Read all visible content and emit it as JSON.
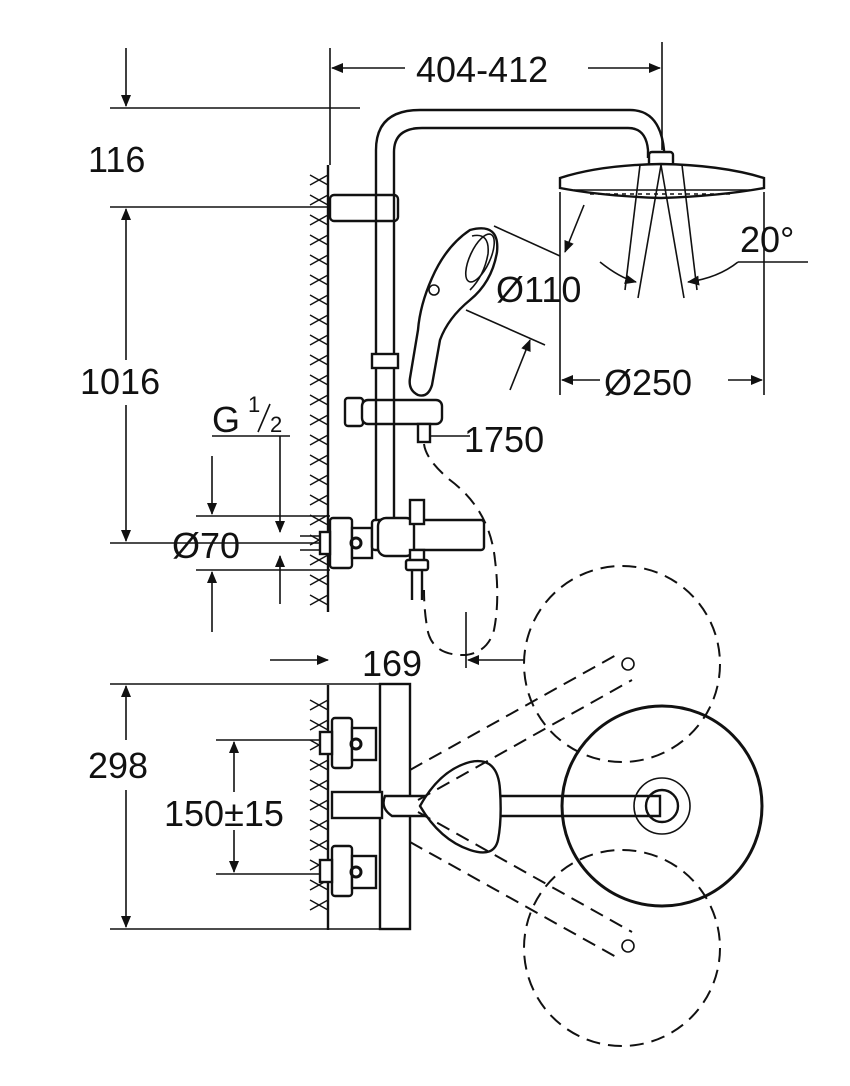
{
  "dimensions": {
    "width_range": "404-412",
    "top_offset": "116",
    "height": "1016",
    "thread_g": "G",
    "thread_num": "1",
    "thread_den": "2",
    "pipe_diameter": "Ø70",
    "hand_shower_diameter": "Ø110",
    "head_shower_diameter": "Ø250",
    "tilt_angle": "20°",
    "hose_length": "1750",
    "depth": "169",
    "plan_depth": "298",
    "inlet_spacing": "150±15"
  },
  "colors": {
    "line": "#111111",
    "background": "#ffffff"
  }
}
